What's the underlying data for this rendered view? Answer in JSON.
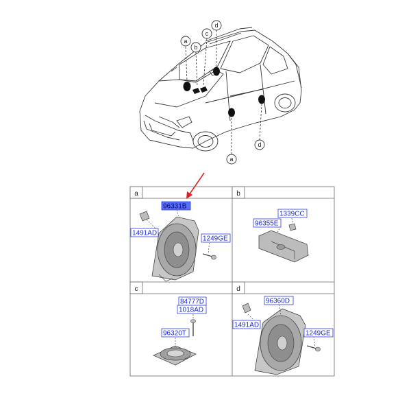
{
  "car_callouts": [
    "a",
    "b",
    "c",
    "d",
    "a",
    "d"
  ],
  "sections": [
    {
      "letter": "a",
      "parts": [
        "96331B",
        "1491AD",
        "1249GE"
      ],
      "highlighted": "96331B"
    },
    {
      "letter": "b",
      "parts": [
        "1339CC",
        "96355E"
      ]
    },
    {
      "letter": "c",
      "parts": [
        "84777D",
        "1018AD",
        "96320T"
      ]
    },
    {
      "letter": "d",
      "parts": [
        "96360D",
        "1491AD",
        "1249GE"
      ]
    }
  ],
  "colors": {
    "label_text": "#1a2bd8",
    "label_border": "#2a3be0",
    "highlight_fill": "#3a55ff",
    "arrow": "#e0201c",
    "line": "#333333"
  }
}
